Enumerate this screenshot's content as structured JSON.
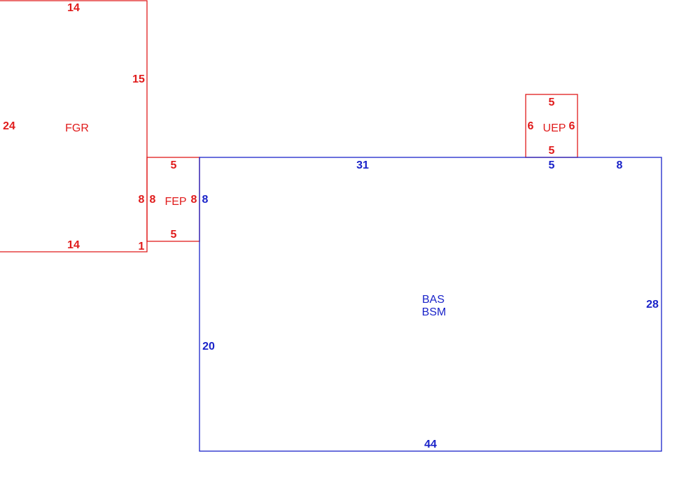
{
  "colors": {
    "red": "#e01b1b",
    "blue": "#1a23c9"
  },
  "areas": {
    "fgr": {
      "code": "FGR",
      "dims": {
        "top": "14",
        "right": "15",
        "left": "24",
        "bottom": "14",
        "corner": "1"
      }
    },
    "fep": {
      "code": "FEP",
      "dims": {
        "top": "5",
        "left": "8",
        "right": "8",
        "bottom": "5",
        "outside_left": "8"
      }
    },
    "uep": {
      "code": "UEP",
      "dims": {
        "top": "5",
        "left": "6",
        "right": "6",
        "bottom": "5"
      }
    },
    "bas": {
      "code_line1": "BAS",
      "code_line2": "BSM",
      "dims": {
        "top_left": "31",
        "top_mid": "5",
        "top_right": "8",
        "left_upper": "8",
        "left_lower": "20",
        "right": "28",
        "bottom": "44"
      }
    }
  }
}
